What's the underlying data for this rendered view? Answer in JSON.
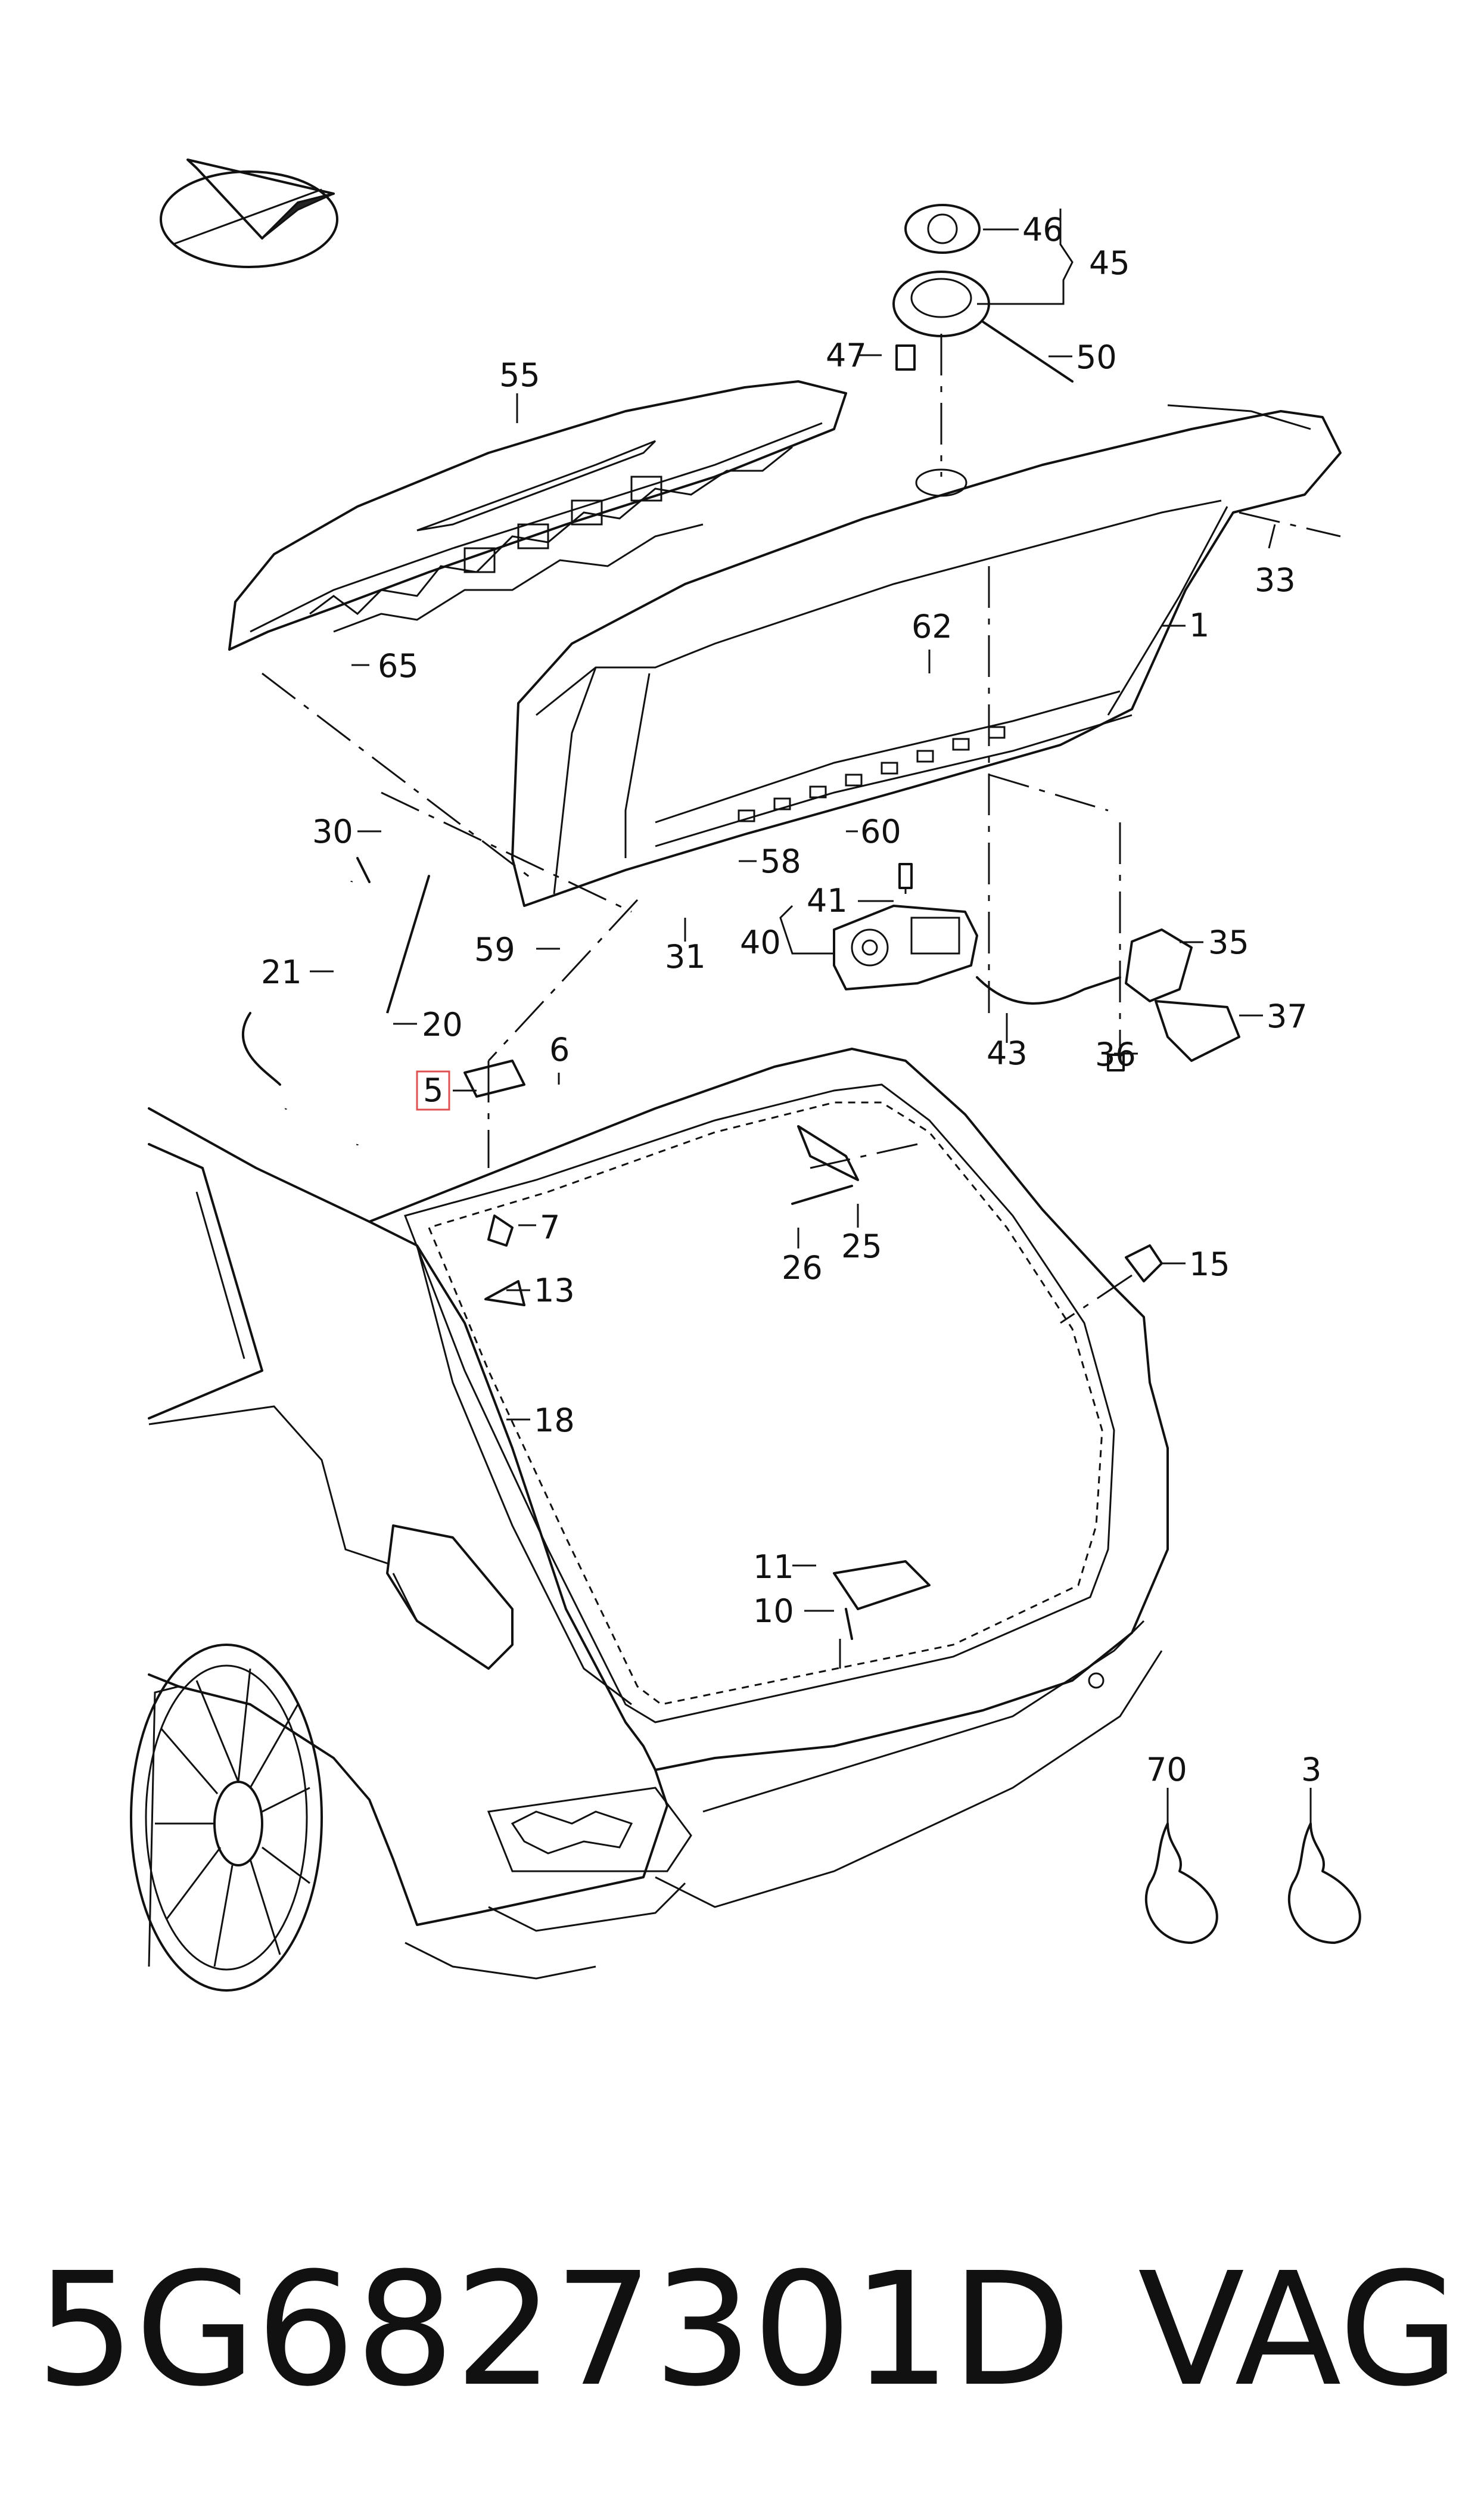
{
  "part_labels": {
    "p46": "46",
    "p45": "45",
    "p47": "47",
    "p50": "50",
    "p55": "55",
    "p33": "33",
    "p1": "1",
    "p62": "62",
    "p65": "65",
    "p30": "30",
    "p60": "60",
    "p58": "58",
    "p41": "41",
    "p35": "35",
    "p40": "40",
    "p21": "21",
    "p59": "59",
    "p31": "31",
    "p20": "20",
    "p6": "6",
    "p37": "37",
    "p43": "43",
    "p36": "36",
    "p5": "5",
    "p7": "7",
    "p26": "26",
    "p25": "25",
    "p15": "15",
    "p13": "13",
    "p18": "18",
    "p11": "11",
    "p10": "10",
    "p70": "70",
    "p3": "3"
  },
  "highlighted_part": "5",
  "caption": {
    "part_number": "5G6827301D",
    "brand": "VAG"
  },
  "colors": {
    "ink": "#111111",
    "highlight": "#e05050",
    "background": "#ffffff"
  }
}
